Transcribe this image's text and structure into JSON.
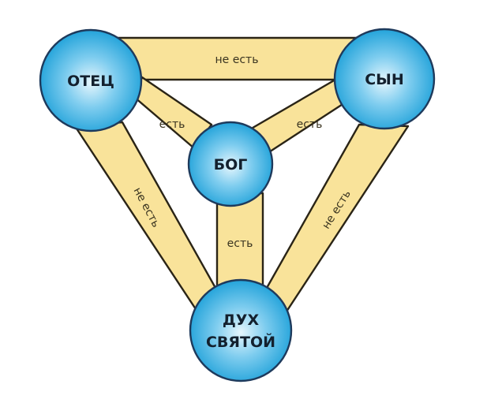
{
  "diagram": {
    "nodes": {
      "father": "ОТЕЦ",
      "son": "СЫН",
      "god": "БОГ",
      "spirit_line1": "ДУХ",
      "spirit_line2": "СВЯТОЙ"
    },
    "edges": {
      "father_son": "не есть",
      "father_god": "есть",
      "son_god": "есть",
      "god_spirit": "есть",
      "father_spirit": "не есть",
      "son_spirit": "не есть"
    },
    "colors": {
      "band_fill": "#f9e39a",
      "node_outer": "#1a9fd8",
      "node_inner": "#e6f6fd",
      "outline": "#2a2416"
    }
  }
}
